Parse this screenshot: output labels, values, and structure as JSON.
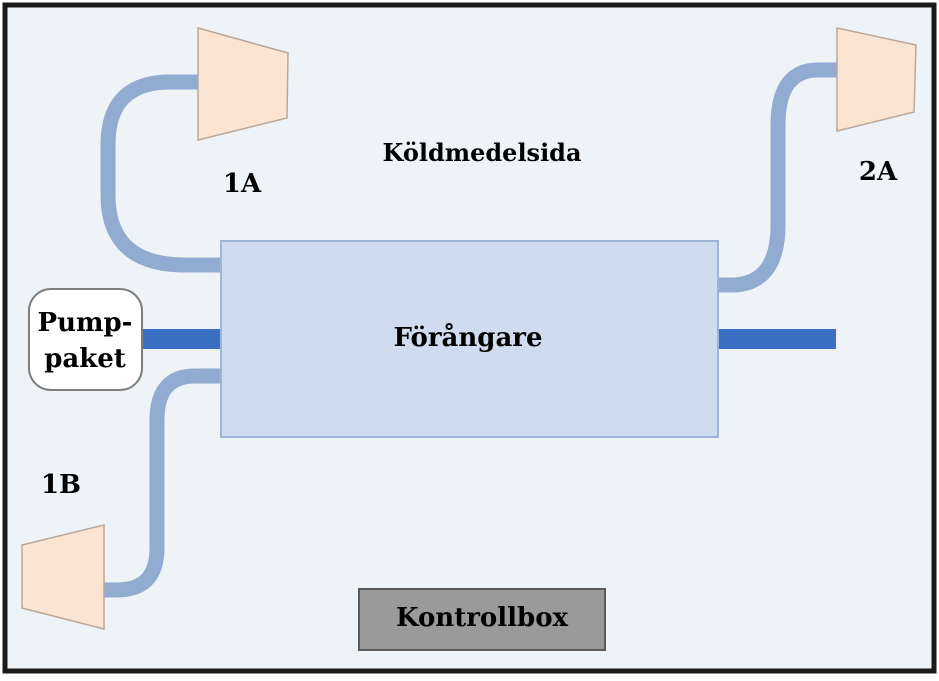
{
  "labels": {
    "compressor_1a": "1A",
    "compressor_2a": "2A",
    "compressor_1b": "1B",
    "refrigerant_side": "Köldmedelsida",
    "evaporator": "Förångare",
    "pump_package_line1": "Pump-",
    "pump_package_line2": "paket",
    "control_box": "Kontrollbox"
  },
  "colors": {
    "background": "#eef3f7",
    "frame": "#1a1a1a",
    "pipe": "#92abd0",
    "water_line": "#3b6fc4",
    "evaporator_fill": "#cfdcf0",
    "evaporator_stroke": "#9db4d4",
    "compressor_fill": "#fbe4d2",
    "compressor_stroke": "#b9a89a",
    "control_box_fill": "#9a9a9a"
  }
}
